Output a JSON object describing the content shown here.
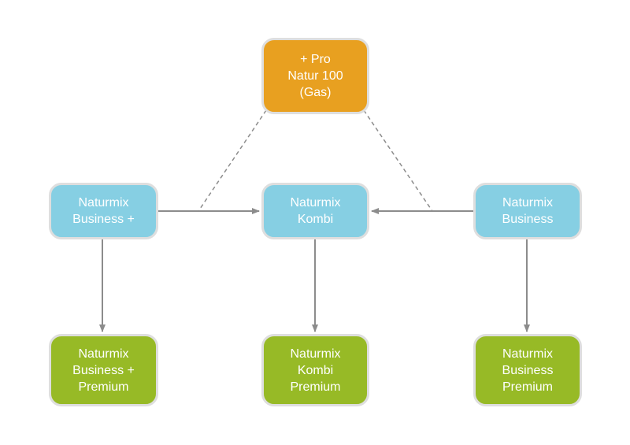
{
  "nodes": {
    "pro_natur": {
      "label": "+ Pro\nNatur 100\n(Gas)",
      "color": "#e8a020"
    },
    "business_plus": {
      "label": "Naturmix\nBusiness +",
      "color": "#86cfe3"
    },
    "kombi": {
      "label": "Naturmix\nKombi",
      "color": "#86cfe3"
    },
    "business": {
      "label": "Naturmix\nBusiness",
      "color": "#86cfe3"
    },
    "business_plus_premium": {
      "label": "Naturmix\nBusiness +\nPremium",
      "color": "#97ba26"
    },
    "kombi_premium": {
      "label": "Naturmix\nKombi\nPremium",
      "color": "#97ba26"
    },
    "business_premium": {
      "label": "Naturmix\nBusiness\nPremium",
      "color": "#97ba26"
    }
  },
  "edges": [
    {
      "from": "business_plus",
      "to": "kombi",
      "style": "solid-arrow"
    },
    {
      "from": "business",
      "to": "kombi",
      "style": "solid-arrow"
    },
    {
      "from": "business_plus",
      "to": "business_plus_premium",
      "style": "solid-arrow"
    },
    {
      "from": "kombi",
      "to": "kombi_premium",
      "style": "solid-arrow"
    },
    {
      "from": "business",
      "to": "business_premium",
      "style": "solid-arrow"
    },
    {
      "from": "pro_natur",
      "to": "business_plus-kombi",
      "style": "dashed"
    },
    {
      "from": "pro_natur",
      "to": "business-kombi",
      "style": "dashed"
    }
  ],
  "colors": {
    "connector": "#8c8c8c",
    "node_border": "#dedede"
  }
}
